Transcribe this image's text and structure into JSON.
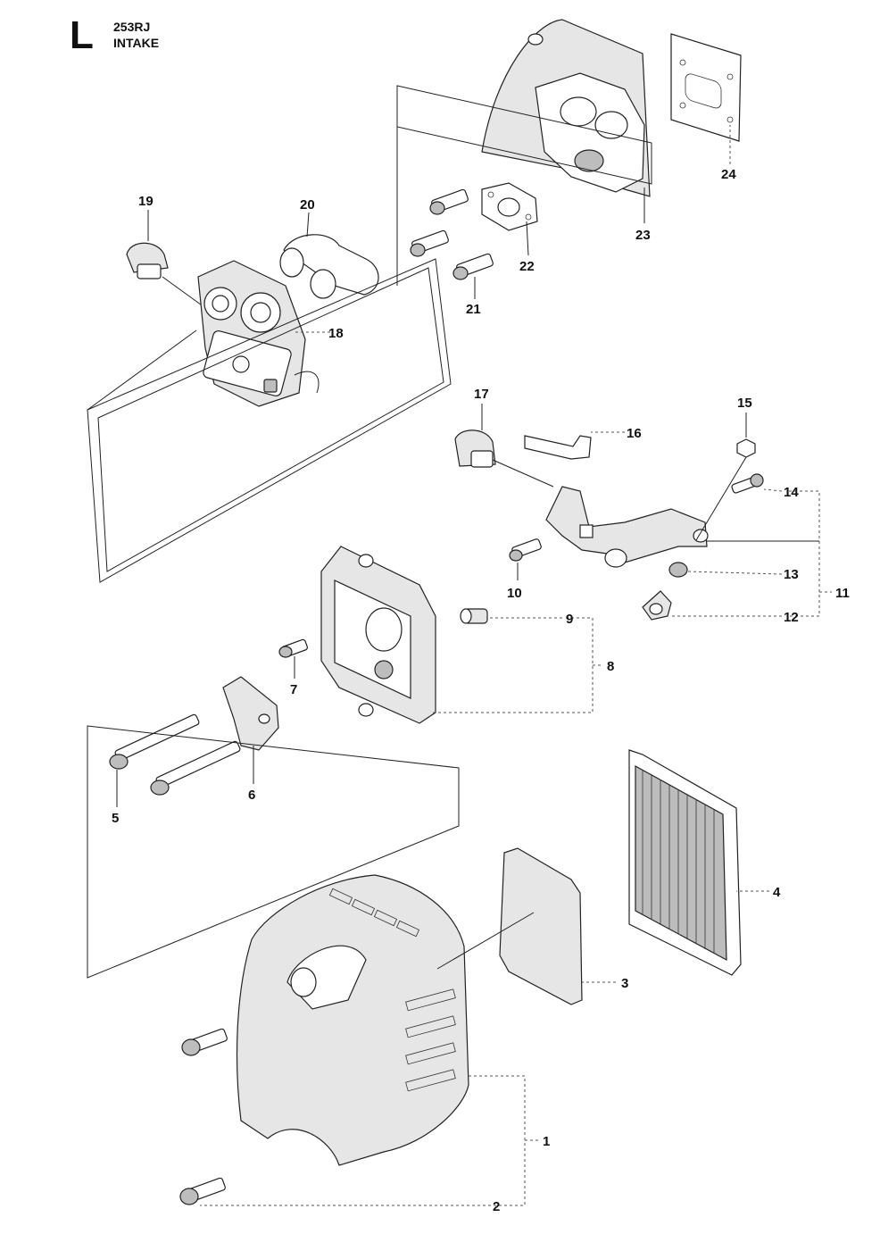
{
  "header": {
    "section_letter": "L",
    "model": "253RJ",
    "section_name": "INTAKE"
  },
  "callouts": [
    "1",
    "2",
    "3",
    "4",
    "5",
    "6",
    "7",
    "8",
    "9",
    "10",
    "11",
    "12",
    "13",
    "14",
    "15",
    "16",
    "17",
    "18",
    "19",
    "20",
    "21",
    "22",
    "23",
    "24"
  ],
  "colors": {
    "ink": "#111111",
    "fill_light": "#e6e6e6",
    "fill_dark": "#bdbdbd"
  }
}
